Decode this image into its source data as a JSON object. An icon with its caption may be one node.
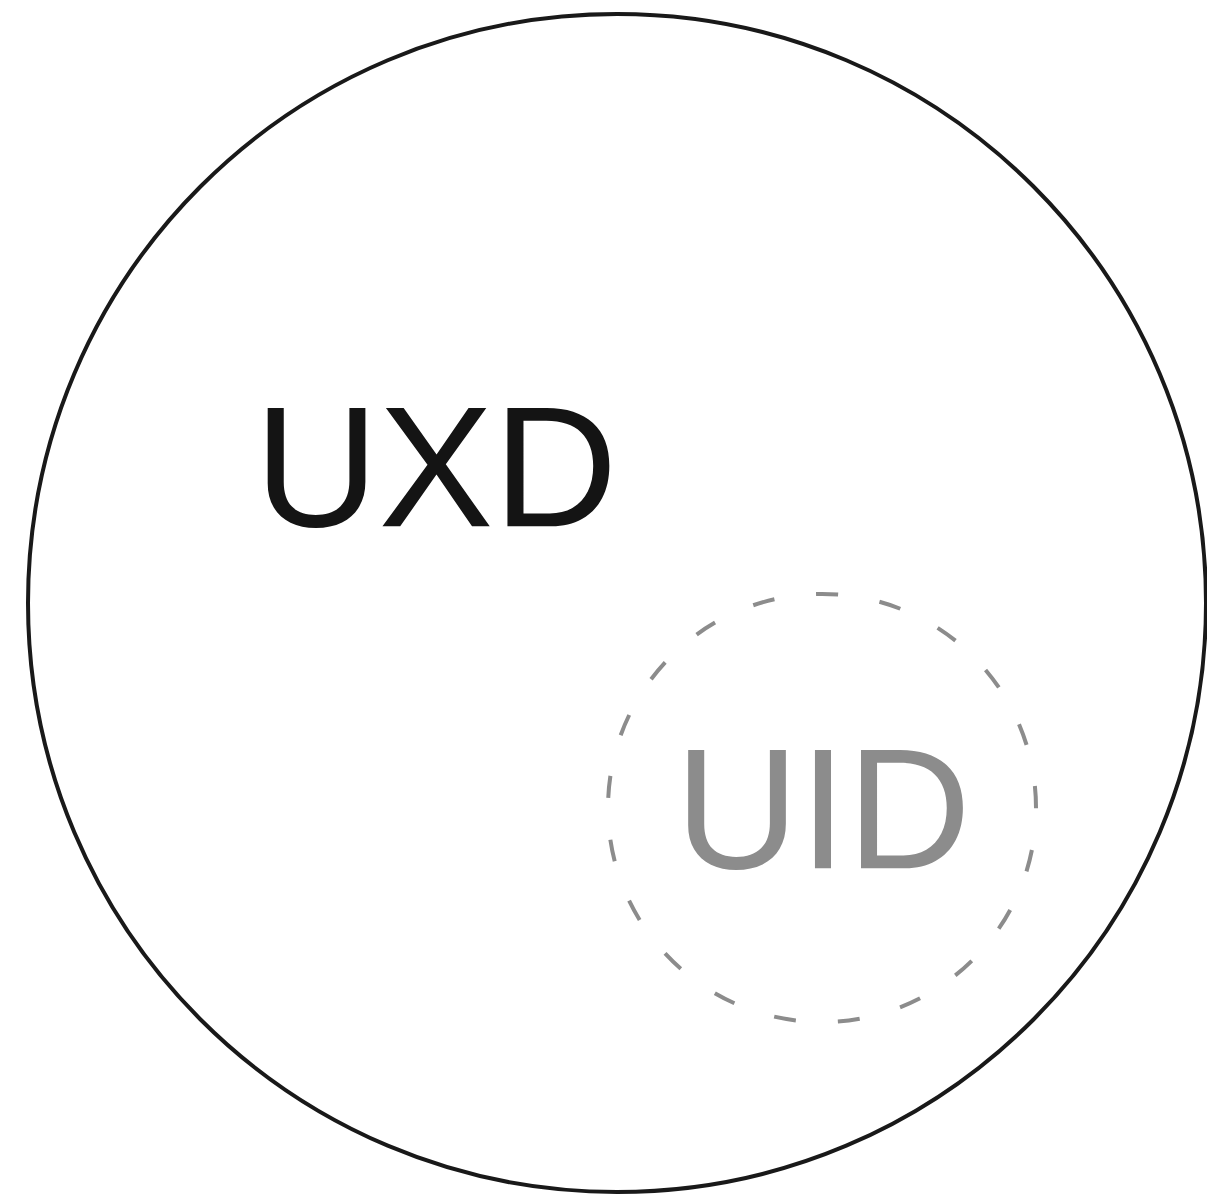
{
  "diagram": {
    "nodes": [
      {
        "text": [
          "UXD"
        ]
      },
      {
        "text": [
          "UID"
        ],
        "in": 0
      }
    ],
    "edges": []
  }
}
